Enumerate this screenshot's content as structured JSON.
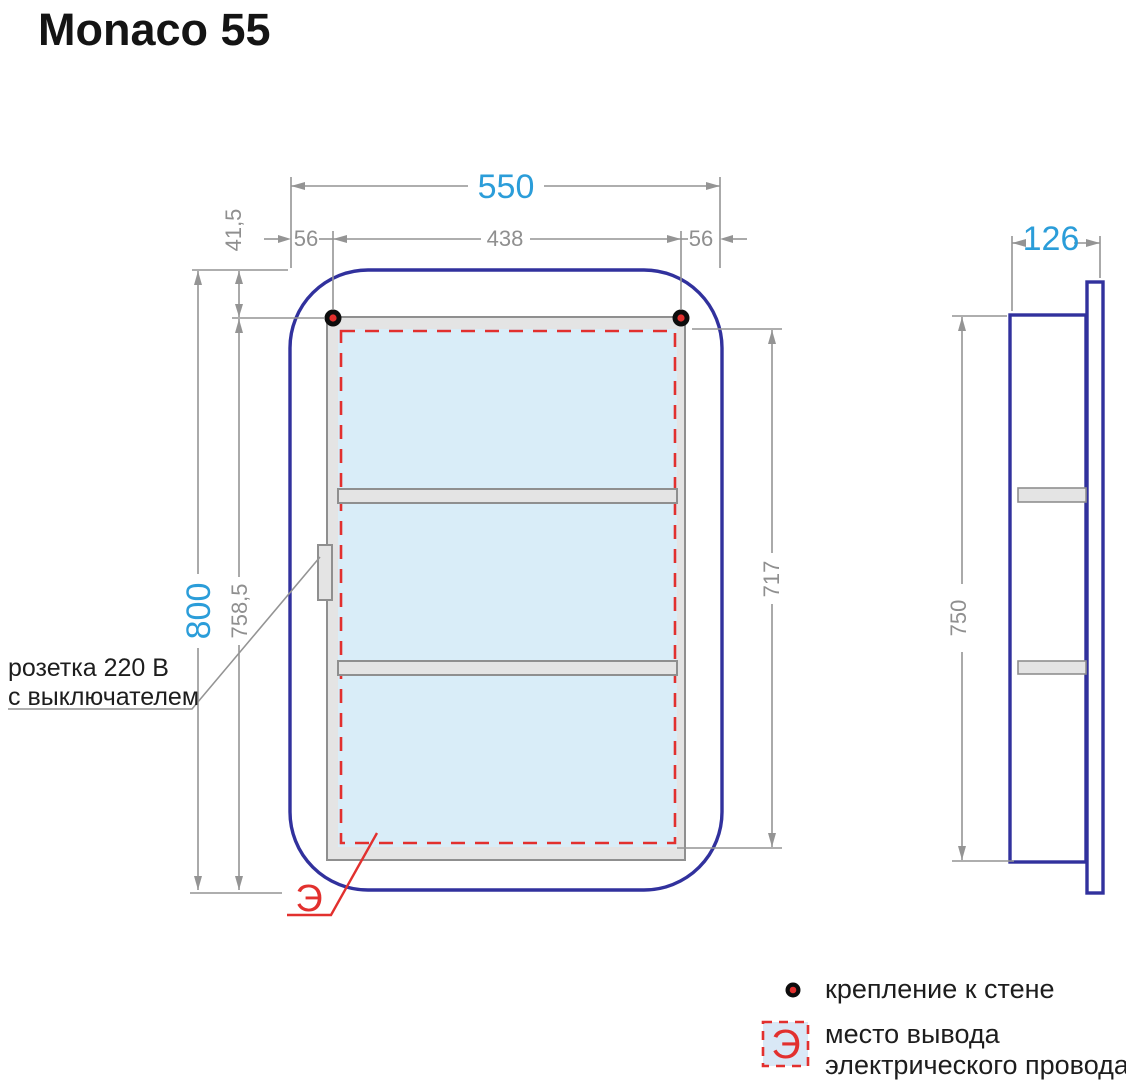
{
  "title": "Monaco 55",
  "front_view": {
    "dim_total_width": "550",
    "dim_left_offset": "56",
    "dim_mount_span": "438",
    "dim_right_offset": "56",
    "dim_top_offset": "41,5",
    "dim_total_height": "800",
    "dim_mount_height": "758,5",
    "dim_inner_height": "717",
    "socket_label_line1": "розетка 220 В",
    "socket_label_line2": "с выключателем",
    "electric_mark": "Э"
  },
  "side_view": {
    "dim_depth": "126",
    "dim_height": "750"
  },
  "legend": {
    "mount_label": "крепление к стене",
    "electric_mark": "Э",
    "electric_label_line1": "место вывода",
    "electric_label_line2": "электрического провода"
  },
  "colors": {
    "accent_blue_text": "#2b9dd9",
    "outline_blue": "#31319d",
    "dimension_gray": "#949494",
    "red": "#e2302e",
    "glass_fill": "#d9edf8",
    "frame_fill": "#e4e4e4",
    "text_black": "#1d1d1d"
  }
}
